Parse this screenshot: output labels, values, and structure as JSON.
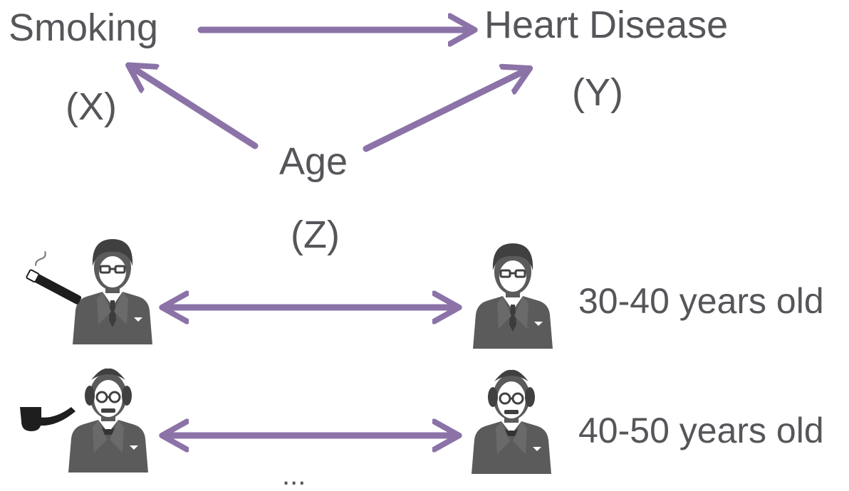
{
  "diagram": {
    "nodes": {
      "treatment": {
        "label": "Smoking",
        "symbol": "(X)"
      },
      "outcome": {
        "label": "Heart Disease",
        "symbol": "(Y)"
      },
      "confounder": {
        "label": "Age",
        "symbol": "(Z)"
      }
    },
    "edges": [
      {
        "from": "Smoking",
        "to": "Heart Disease"
      },
      {
        "from": "Age",
        "to": "Smoking"
      },
      {
        "from": "Age",
        "to": "Heart Disease"
      }
    ],
    "arrow_color": "#8b73a8"
  },
  "matching": {
    "rows": [
      {
        "age_group": "30-40 years old",
        "smoker_item": "cigarette-icon"
      },
      {
        "age_group": "40-50 years old",
        "smoker_item": "pipe-icon"
      }
    ],
    "ellipsis": "..."
  }
}
